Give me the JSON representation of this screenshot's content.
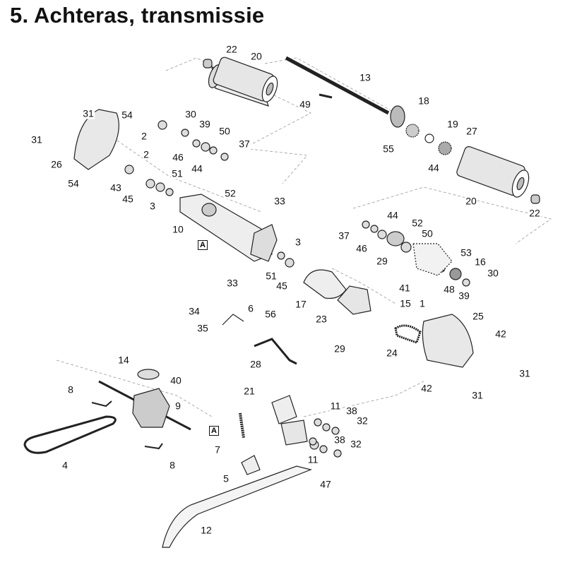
{
  "title": "5. Achteras, transmissie",
  "ref_marker": "A",
  "labels": [
    "22",
    "20",
    "13",
    "49",
    "18",
    "19",
    "27",
    "55",
    "44",
    "20",
    "22",
    "31",
    "54",
    "30",
    "39",
    "50",
    "31",
    "2",
    "46",
    "37",
    "26",
    "2",
    "44",
    "54",
    "43",
    "51",
    "45",
    "3",
    "52",
    "33",
    "10",
    "44",
    "52",
    "37",
    "50",
    "46",
    "3",
    "53",
    "29",
    "16",
    "51",
    "30",
    "45",
    "48",
    "39",
    "41",
    "33",
    "17",
    "15",
    "1",
    "6",
    "34",
    "56",
    "23",
    "25",
    "35",
    "42",
    "29",
    "24",
    "28",
    "14",
    "40",
    "31",
    "8",
    "21",
    "42",
    "31",
    "9",
    "11",
    "38",
    "32",
    "7",
    "38",
    "32",
    "4",
    "8",
    "11",
    "5",
    "47",
    "12"
  ]
}
